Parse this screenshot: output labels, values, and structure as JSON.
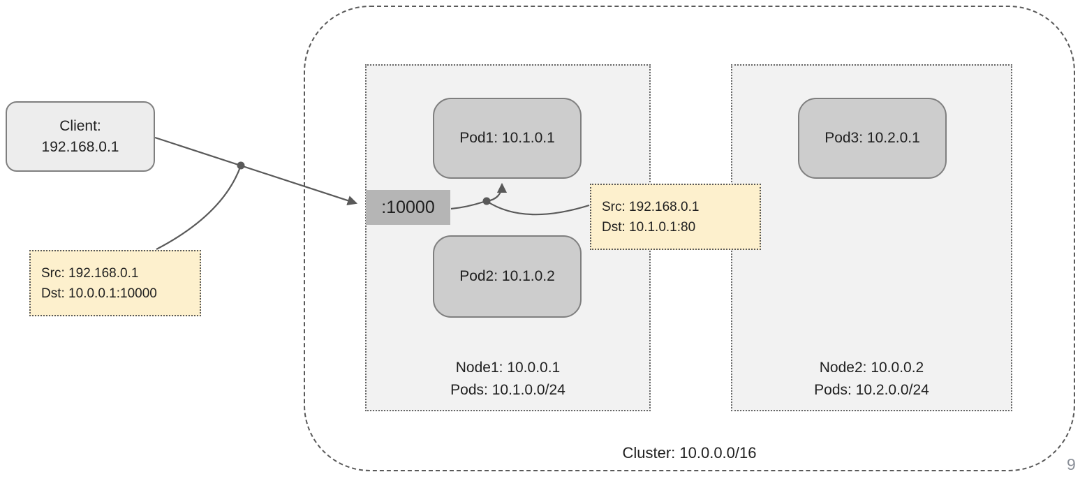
{
  "diagram": {
    "client": {
      "line1": "Client:",
      "line2": "192.168.0.1"
    },
    "port_badge": ":10000",
    "notes": [
      {
        "line1": "Src: 192.168.0.1",
        "line2": "Dst: 10.0.0.1:10000"
      },
      {
        "line1": "Src: 192.168.0.1",
        "line2": "Dst: 10.1.0.1:80"
      }
    ],
    "nodes": [
      {
        "label_line1": "Node1: 10.0.0.1",
        "label_line2": "Pods: 10.1.0.0/24",
        "pods": [
          {
            "label": "Pod1: 10.1.0.1"
          },
          {
            "label": "Pod2: 10.1.0.2"
          }
        ]
      },
      {
        "label_line1": "Node2: 10.0.0.2",
        "label_line2": "Pods: 10.2.0.0/24",
        "pods": [
          {
            "label": "Pod3: 10.2.0.1"
          }
        ]
      }
    ],
    "cluster_label": "Cluster: 10.0.0.0/16",
    "page_number": "9",
    "colors": {
      "note_bg": "#fdf0cd",
      "pod_bg": "#cdcdcd",
      "node_bg": "#f2f2f2",
      "client_bg": "#ededed",
      "port_bg": "#b5b5b5",
      "connector_line": "#595959",
      "box_border": "#7f7f7f"
    }
  }
}
